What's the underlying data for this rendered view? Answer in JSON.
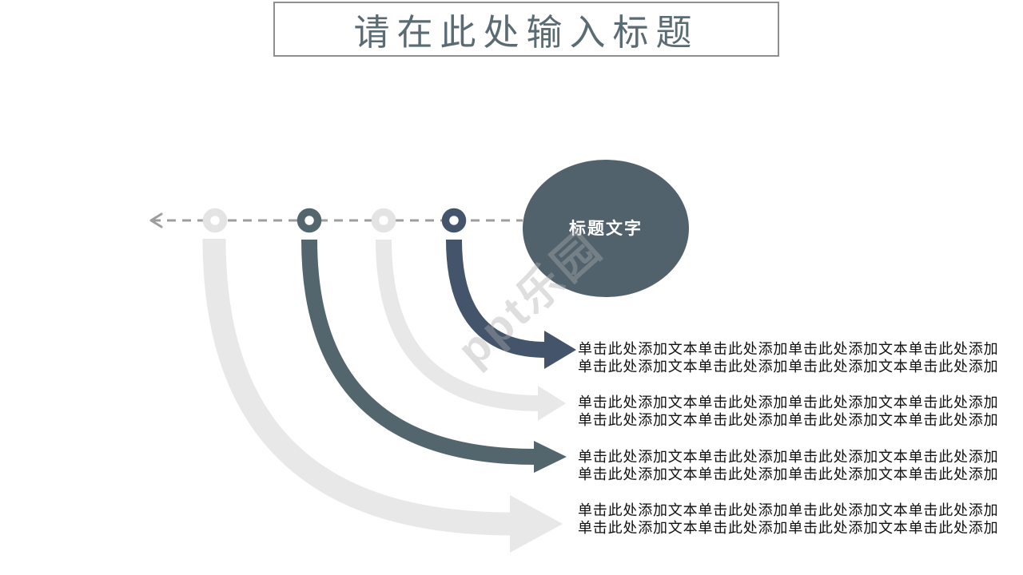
{
  "title": {
    "text": "请在此处输入标题"
  },
  "ellipse": {
    "label": "标题文字"
  },
  "blocks": [
    {
      "lines": [
        "单击此处添加文本单击此处添加单击此处添加文本单击此处添加",
        "单击此处添加文本单击此处添加单击此处添加文本单击此处添加"
      ]
    },
    {
      "lines": [
        "单击此处添加文本单击此处添加单击此处添加文本单击此处添加",
        "单击此处添加文本单击此处添加单击此处添加文本单击此处添加"
      ]
    },
    {
      "lines": [
        "单击此处添加文本单击此处添加单击此处添加文本单击此处添加",
        "单击此处添加文本单击此处添加单击此处添加文本单击此处添加"
      ]
    },
    {
      "lines": [
        "单击此处添加文本单击此处添加单击此处添加文本单击此处添加",
        "单击此处添加文本单击此处添加单击此处添加文本单击此处添加"
      ]
    }
  ],
  "watermark": {
    "text": "ppt乐园"
  },
  "colors": {
    "navy": "#44546A",
    "slate": "#54666D",
    "ellipse_fill": "#51626C",
    "light_arc": "#E8E8E8",
    "ring_light": "#E4E4E4",
    "dash_gray": "#9E9E9E",
    "title_text": "#5A6B73",
    "title_border": "#8F8F8F",
    "body_text": "#101010",
    "ellipse_text": "#FFFFFF",
    "watermark_gray": "rgba(173,173,176,0.40)"
  }
}
